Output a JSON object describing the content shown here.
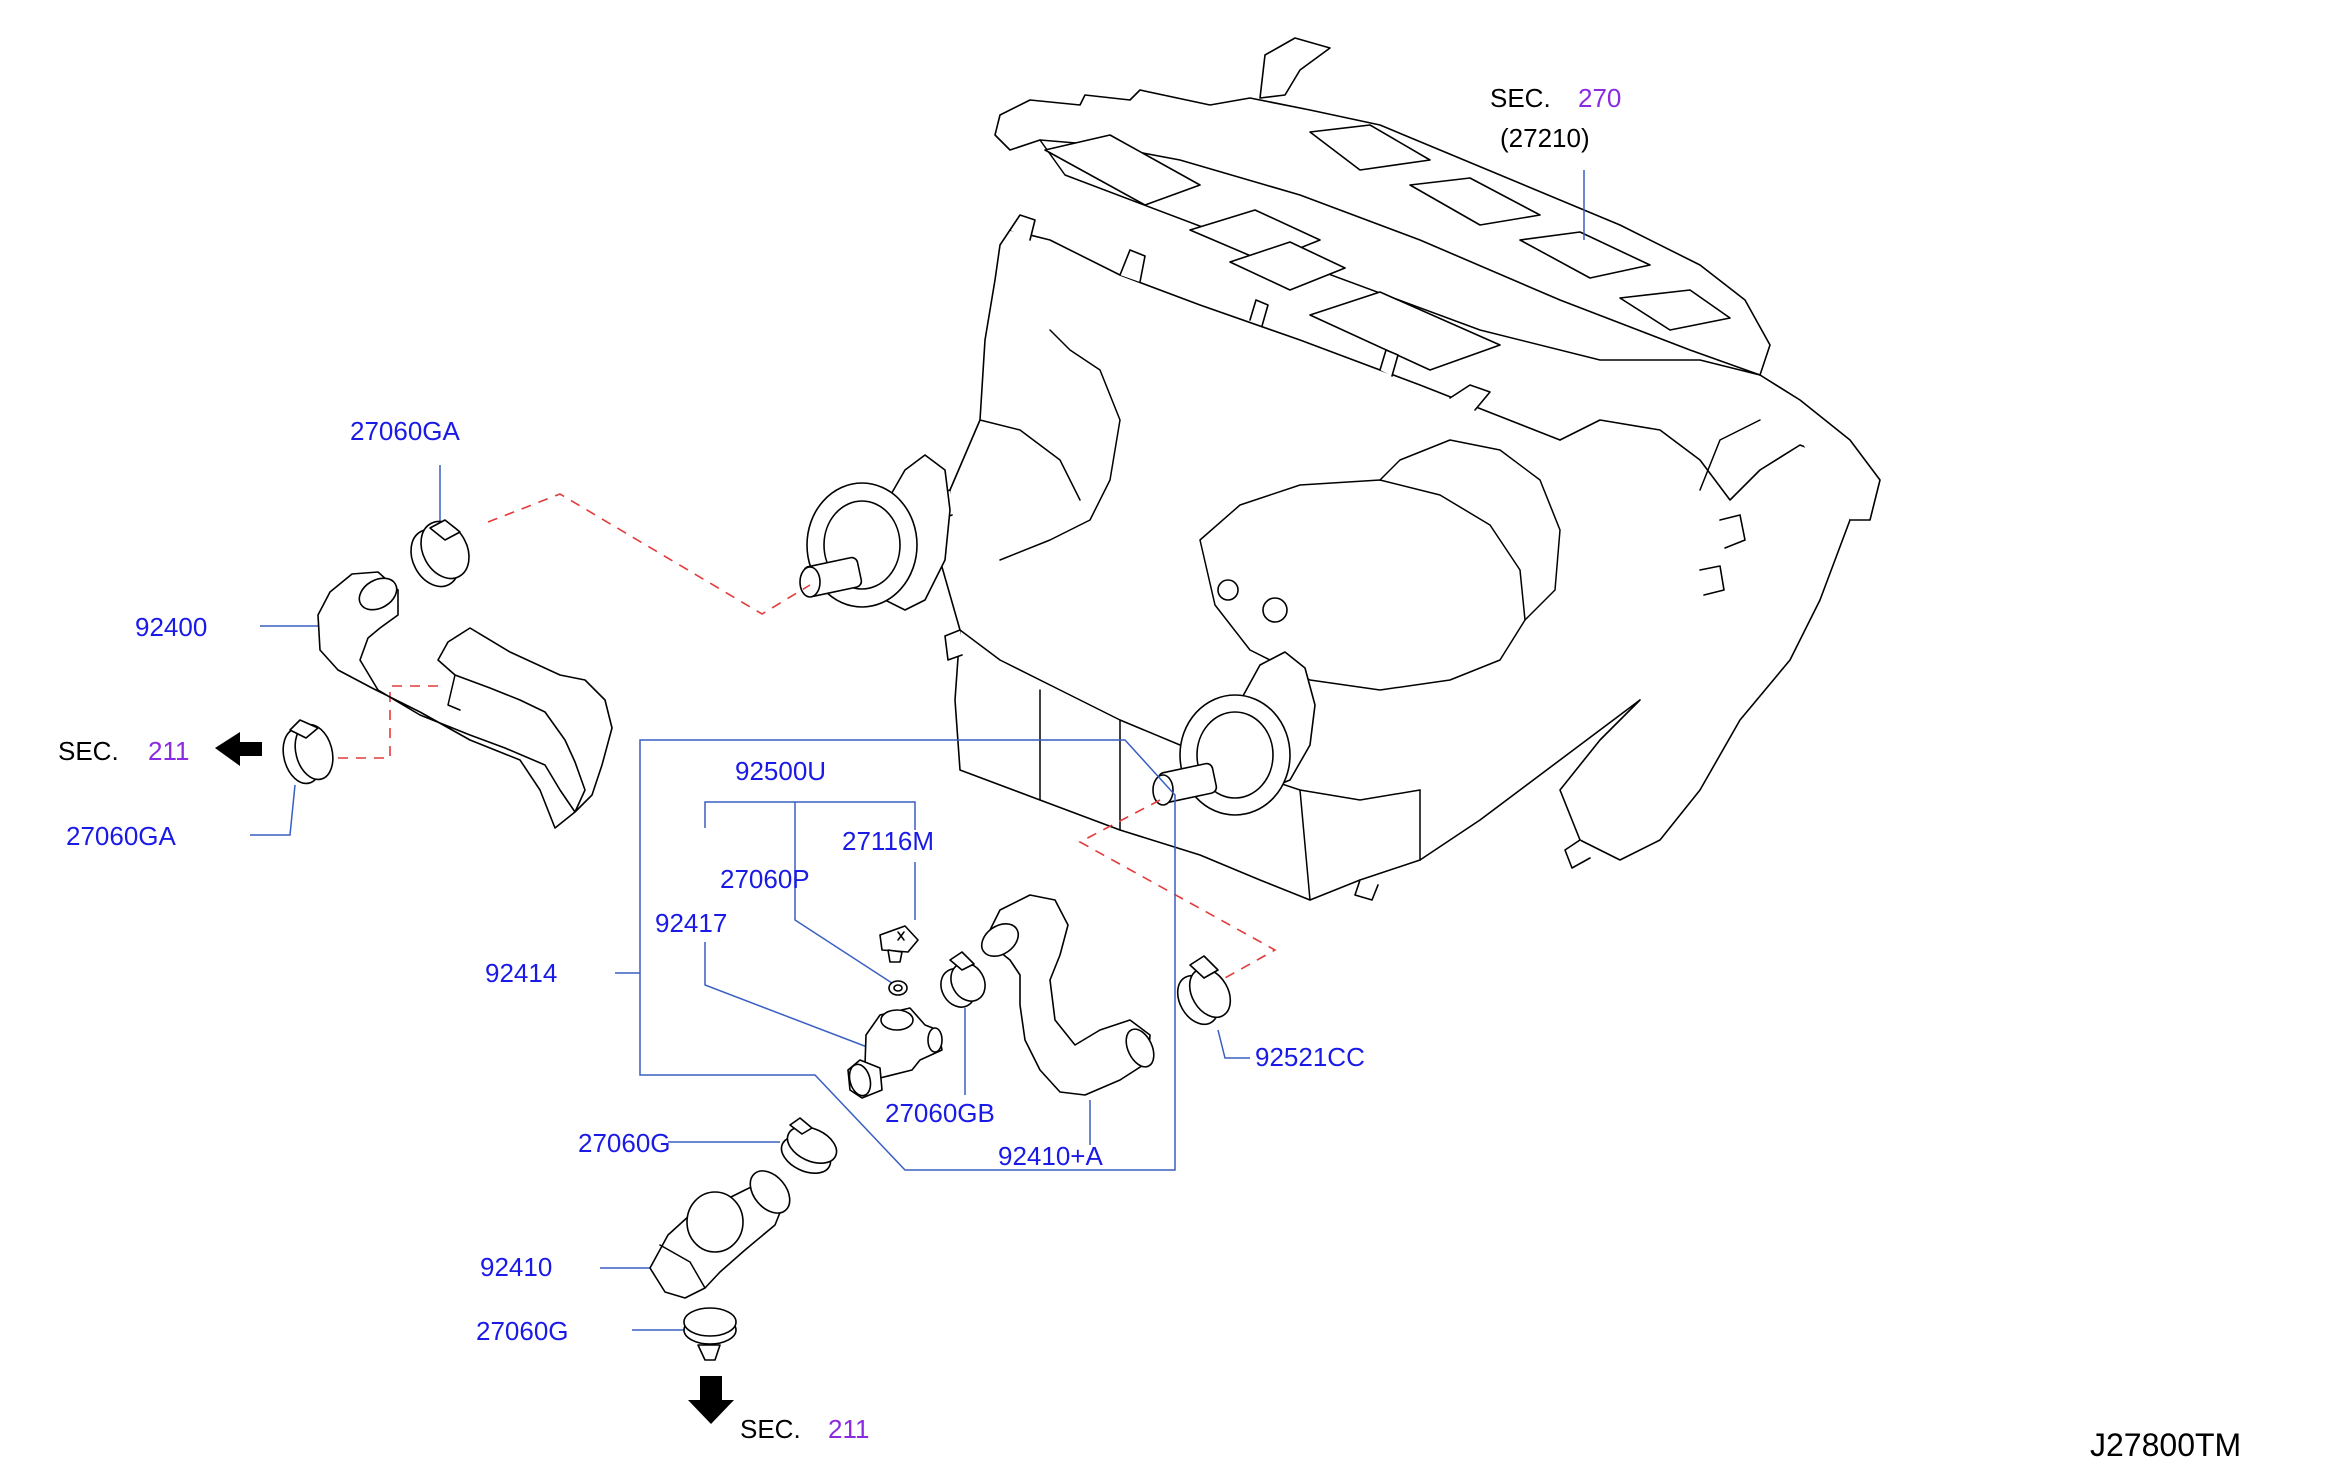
{
  "diagram": {
    "code": "J27800TM",
    "colors": {
      "part_label": "#1a1ae6",
      "sec_number": "#8a2be2",
      "leader": "#3a5fc2",
      "connection_dash": "#e23b3b",
      "outline": "#000000"
    },
    "sections": {
      "heater_unit": {
        "prefix": "SEC.",
        "number": "270",
        "sub": "(27210)"
      },
      "left_arrow": {
        "prefix": "SEC.",
        "number": "211"
      },
      "bottom_arrow": {
        "prefix": "SEC.",
        "number": "211"
      }
    },
    "parts": {
      "clamp_upper": "27060GA",
      "hose_upper": "92400",
      "clamp_left": "27060GA",
      "kit": "92500U",
      "plug": "27116M",
      "oring": "27060P",
      "joint": "92417",
      "group_bracket": "92414",
      "clamp_gb": "27060GB",
      "hose_a": "92410+A",
      "clamp_cc": "92521CC",
      "clamp_g_upper": "27060G",
      "hose_lower": "92410",
      "clamp_g_lower": "27060G"
    }
  }
}
